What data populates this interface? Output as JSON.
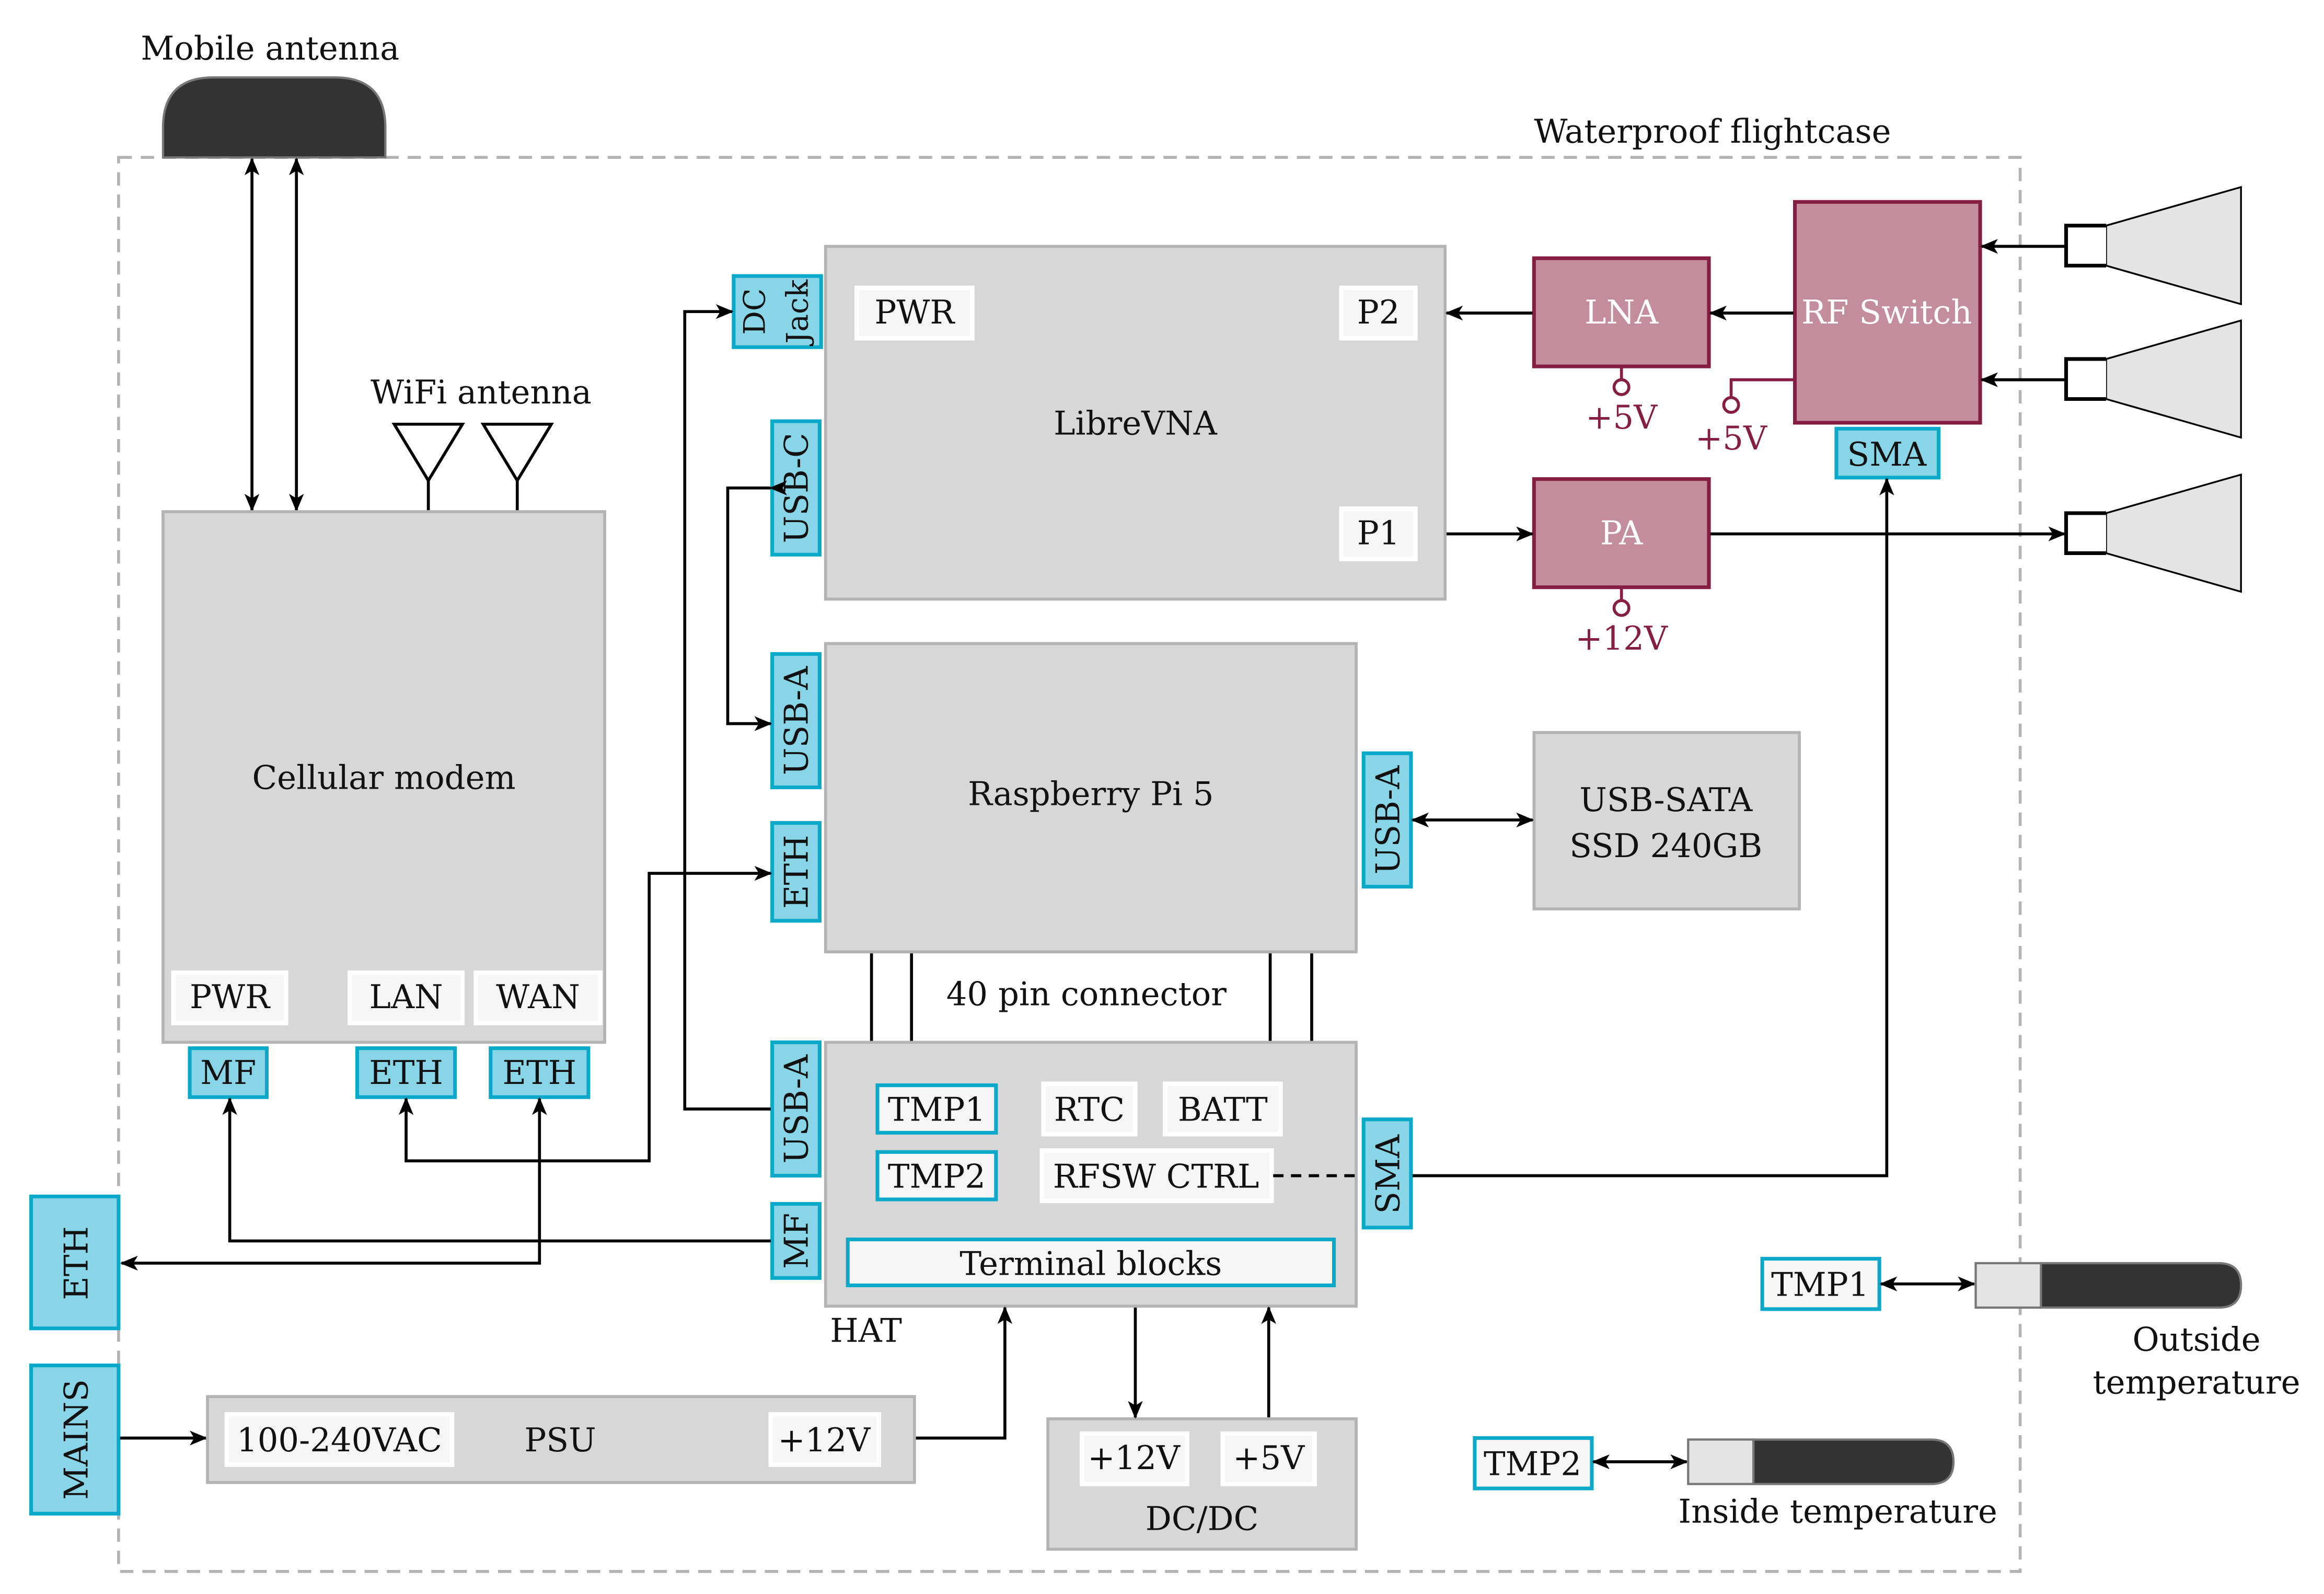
{
  "title_labels": {
    "mobile_antenna": "Mobile antenna",
    "wifi_antenna": "WiFi antenna",
    "flightcase": "Waterproof flightcase",
    "outside_temp_line1": "Outside",
    "outside_temp_line2": "temperature",
    "inside_temp": "Inside temperature",
    "hat": "HAT",
    "pin_connector": "40 pin connector"
  },
  "blocks": {
    "cellular_modem": {
      "label": "Cellular modem",
      "ports": [
        "PWR",
        "LAN",
        "WAN"
      ],
      "connectors": [
        "MF",
        "ETH",
        "ETH"
      ]
    },
    "librevna": {
      "label": "LibreVNA",
      "ports": [
        "PWR",
        "P2",
        "P1"
      ],
      "connectors": [
        "DC|Jack",
        "USB-C"
      ]
    },
    "raspberry_pi": {
      "label": "Raspberry Pi 5",
      "connectors": [
        "USB-A",
        "ETH",
        "USB-A"
      ]
    },
    "ssd": {
      "label_line1": "USB-SATA",
      "label_line2": "SSD 240GB"
    },
    "hat": {
      "ports": [
        "TMP1",
        "TMP2",
        "RTC",
        "BATT",
        "RFSW CTRL",
        "Terminal blocks"
      ],
      "connectors": [
        "USB-A",
        "MF",
        "SMA"
      ]
    },
    "psu": {
      "label": "PSU",
      "ports": [
        "100-240VAC",
        "+12V"
      ]
    },
    "dcdc": {
      "label": "DC/DC",
      "ports": [
        "+12V",
        "+5V"
      ]
    },
    "lna": {
      "label": "LNA",
      "supply": "+5V"
    },
    "pa": {
      "label": "PA",
      "supply": "+12V"
    },
    "rf_switch": {
      "label": "RF Switch",
      "supply": "+5V",
      "connector": "SMA"
    },
    "external": {
      "eth": "ETH",
      "mains": "MAINS"
    },
    "sensors": {
      "tmp1": "TMP1",
      "tmp2": "TMP2"
    }
  },
  "colors": {
    "rf_fill": "#c38d9e",
    "rf_border": "#851e42",
    "connector_fill": "#87d5e6",
    "connector_border": "#0aa9c9",
    "block_fill": "#d7d7d7",
    "block_border": "#b3b3b3"
  }
}
